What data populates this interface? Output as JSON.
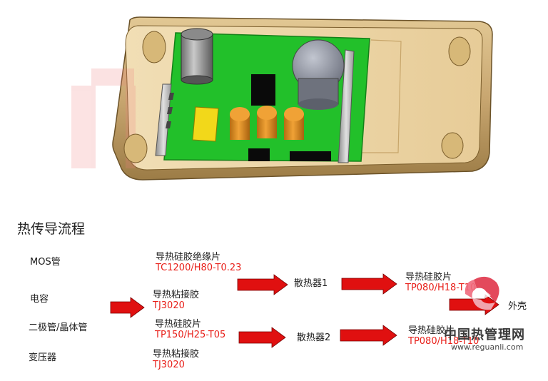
{
  "title": "热传导流程",
  "sources": [
    "MOS管",
    "电容",
    "二极管/晶体管",
    "变压器"
  ],
  "materials": [
    {
      "name": "导热硅胶绝缘片",
      "code": "TC1200/H80-T0.23"
    },
    {
      "name": "导热粘接胶",
      "code": "TJ3020"
    },
    {
      "name": "导热硅胶片",
      "code": "TP150/H25-T05"
    },
    {
      "name": "导热粘接胶",
      "code": "TJ3020"
    }
  ],
  "heatsinks": [
    "散热器1",
    "散热器2"
  ],
  "pads": [
    {
      "name": "导热硅胶片",
      "code": "TP080/H18-T10"
    },
    {
      "name": "导热硅胶片",
      "code": "TP080/H18-T10"
    }
  ],
  "shell": "外壳",
  "watermark": {
    "text": "中国热管理网",
    "url": "www.reguanli.com"
  },
  "colors": {
    "arrow": "#e01010",
    "code": "#e8201a",
    "pcb": "#22c02a",
    "case": "#c8a670"
  }
}
